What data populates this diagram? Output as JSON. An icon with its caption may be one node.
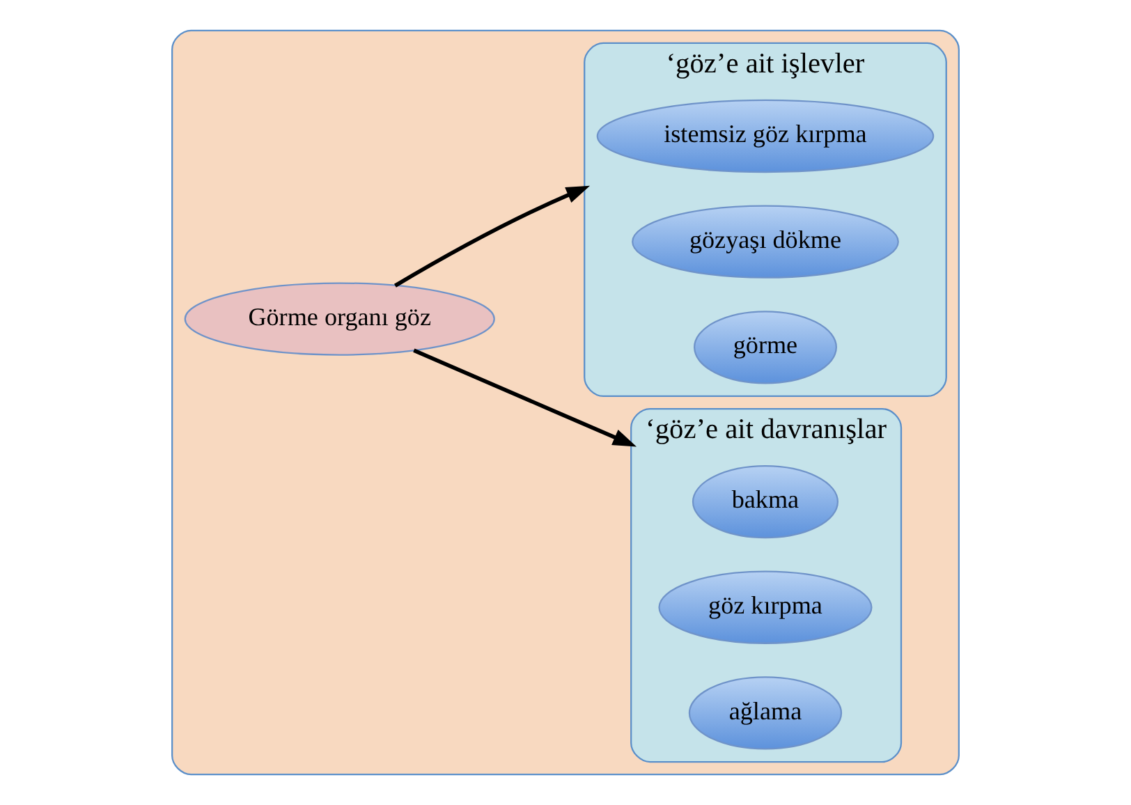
{
  "diagram": {
    "nodes": [
      {
        "text": [],
        "shape": "ellipse"
      },
      {
        "text": [
          "Görme organı göz"
        ],
        "in": 0
      },
      {
        "text": [
          "‘göz’e ait davranışlar"
        ],
        "in": 0
      },
      {
        "text": [
          "bakma"
        ],
        "in": 2
      },
      {
        "text": [
          "göz kırpma"
        ],
        "in": 2
      },
      {
        "text": [
          "ağlama"
        ],
        "in": 2
      },
      {
        "text": [
          "‘göz’e ait işlevler"
        ],
        "in": 0
      },
      {
        "text": [
          "istemsiz göz kırpma"
        ],
        "in": 6
      },
      {
        "text": [
          "gözyaşı dökme"
        ],
        "in": 6
      },
      {
        "text": [
          "görme"
        ],
        "in": 6
      }
    ],
    "edges": [
      {
        "from": 1,
        "to": 2,
        "arrow": "to"
      },
      {
        "from": 1,
        "to": 6,
        "arrow": "to"
      }
    ]
  }
}
